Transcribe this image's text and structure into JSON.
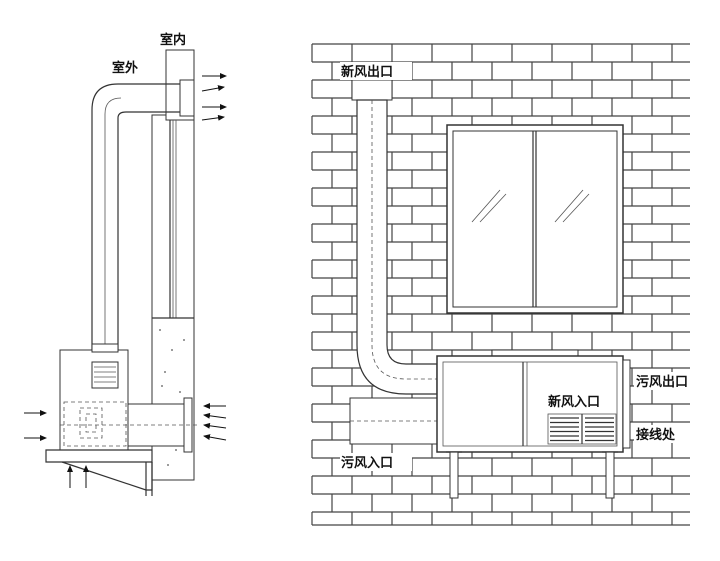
{
  "labels": {
    "indoor": "室内",
    "outdoor": "室外",
    "fresh_air_outlet": "新风出口",
    "exhaust_outlet": "污风出口",
    "fresh_air_inlet": "新风入口",
    "wiring": "接线处",
    "exhaust_inlet": "污风入口"
  },
  "colors": {
    "line": "#333333",
    "background": "#ffffff"
  }
}
